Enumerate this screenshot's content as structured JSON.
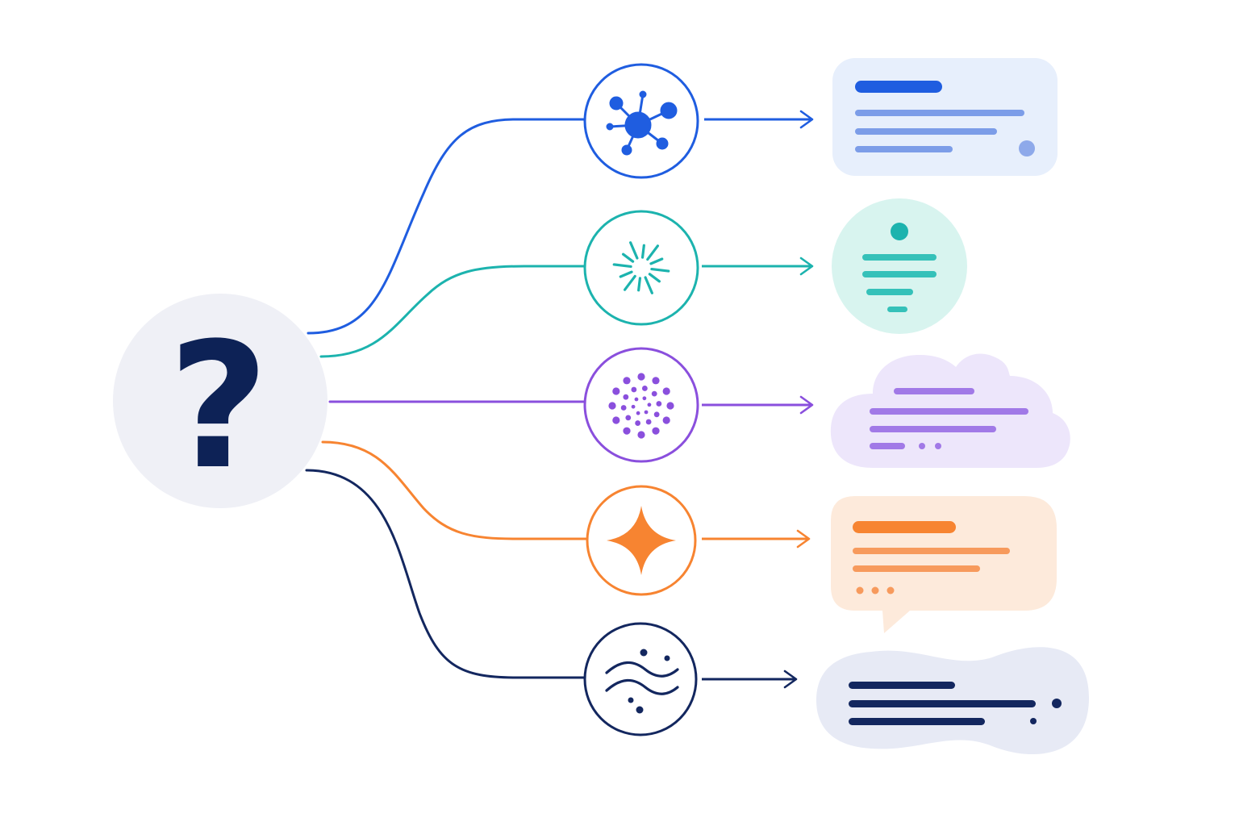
{
  "source": {
    "symbol": "?",
    "icon": "question-mark-icon",
    "circle_color": "#eff0f6",
    "symbol_color": "#0d2256"
  },
  "branches": [
    {
      "id": "network",
      "icon": "network-nodes-icon",
      "color": "#1f5de0",
      "bubble_shape": "rounded-rectangle",
      "bubble_color": "#e7effc"
    },
    {
      "id": "sparkle",
      "icon": "starburst-icon",
      "color": "#1cb3ae",
      "bubble_shape": "circle",
      "bubble_color": "#d8f4ef"
    },
    {
      "id": "dots",
      "icon": "dot-ring-icon",
      "color": "#8a4fdd",
      "bubble_shape": "cloud",
      "bubble_color": "#ede6fb"
    },
    {
      "id": "star",
      "icon": "four-point-star-icon",
      "color": "#f78431",
      "bubble_shape": "speech-bubble",
      "bubble_color": "#fdeadb"
    },
    {
      "id": "waves",
      "icon": "waves-icon",
      "color": "#13275f",
      "bubble_shape": "blob",
      "bubble_color": "#e7eaf5"
    }
  ]
}
